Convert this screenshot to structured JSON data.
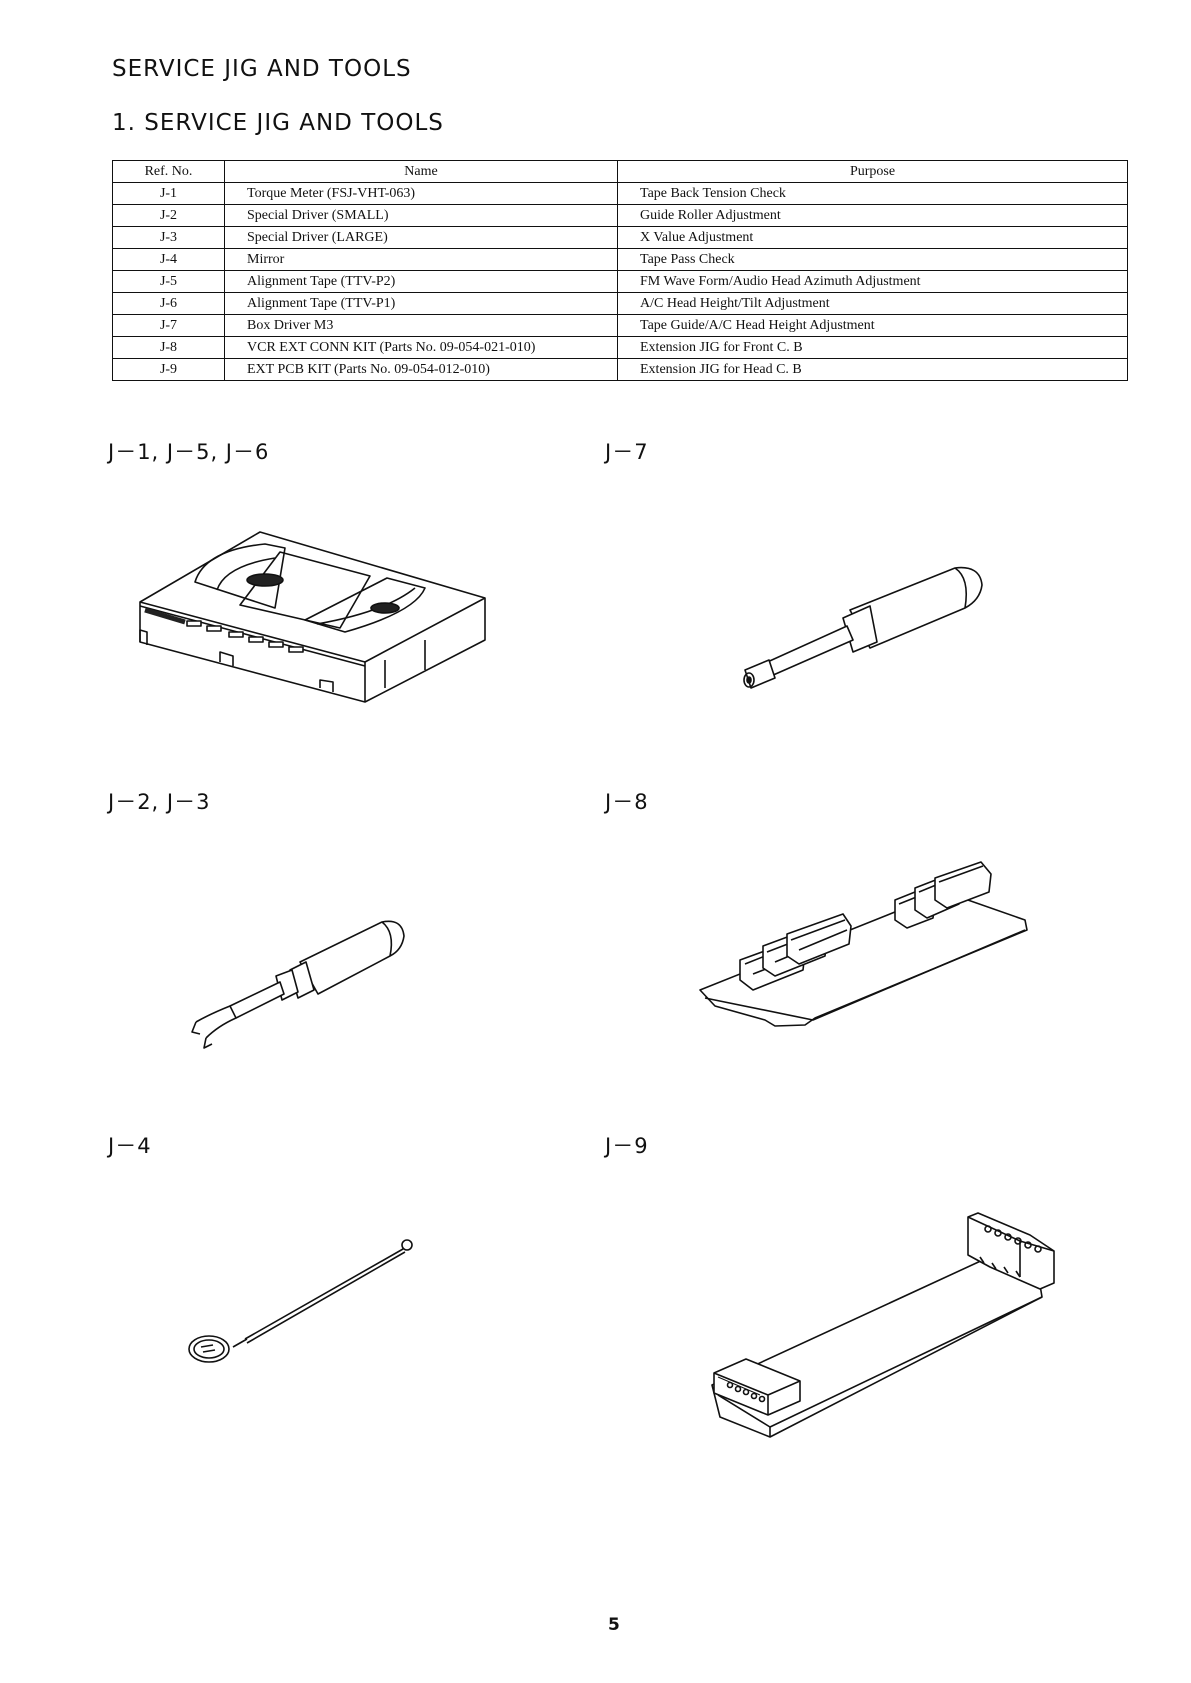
{
  "heading": "SERVICE JIG AND TOOLS",
  "section_title": "1. SERVICE JIG AND TOOLS",
  "table": {
    "headers": [
      "Ref. No.",
      "Name",
      "Purpose"
    ],
    "rows": [
      [
        "J-1",
        "Torque Meter (FSJ-VHT-063)",
        "Tape Back Tension Check"
      ],
      [
        "J-2",
        "Special Driver (SMALL)",
        "Guide Roller Adjustment"
      ],
      [
        "J-3",
        "Special Driver (LARGE)",
        "X Value Adjustment"
      ],
      [
        "J-4",
        "Mirror",
        "Tape Pass Check"
      ],
      [
        "J-5",
        "Alignment Tape (TTV-P2)",
        "FM Wave Form/Audio Head Azimuth Adjustment"
      ],
      [
        "J-6",
        "Alignment Tape (TTV-P1)",
        "A/C Head Height/Tilt Adjustment"
      ],
      [
        "J-7",
        "Box Driver M3",
        "Tape Guide/A/C Head Height Adjustment"
      ],
      [
        "J-8",
        "VCR EXT CONN KIT (Parts No. 09-054-021-010)",
        "Extension JIG for Front C. B"
      ],
      [
        "J-9",
        "EXT PCB KIT (Parts No. 09-054-012-010)",
        "Extension JIG for Head C. B"
      ]
    ]
  },
  "figure_labels": {
    "cassette": "J－1, J－5, J－6",
    "box_driver": "J－7",
    "special_driver": "J－2, J－3",
    "conn_kit": "J－8",
    "mirror": "J－4",
    "pcb_kit": "J－9"
  },
  "page_number": "5"
}
